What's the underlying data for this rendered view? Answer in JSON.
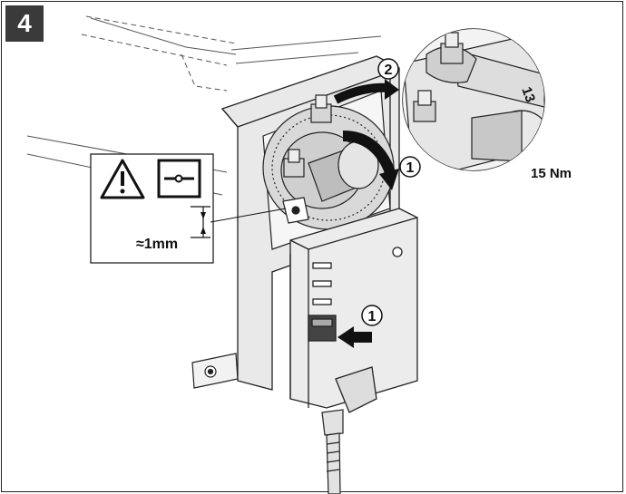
{
  "step_number": "4",
  "callouts": {
    "rotate_step": "2",
    "turn_step": "1",
    "button_step": "1"
  },
  "inset": {
    "wrench_size": "13",
    "torque": "15 Nm"
  },
  "clearance_box": {
    "gap": "≈1mm",
    "warning_icon": "warning-triangle-icon",
    "gap_icon": "clearance-gap-icon"
  }
}
